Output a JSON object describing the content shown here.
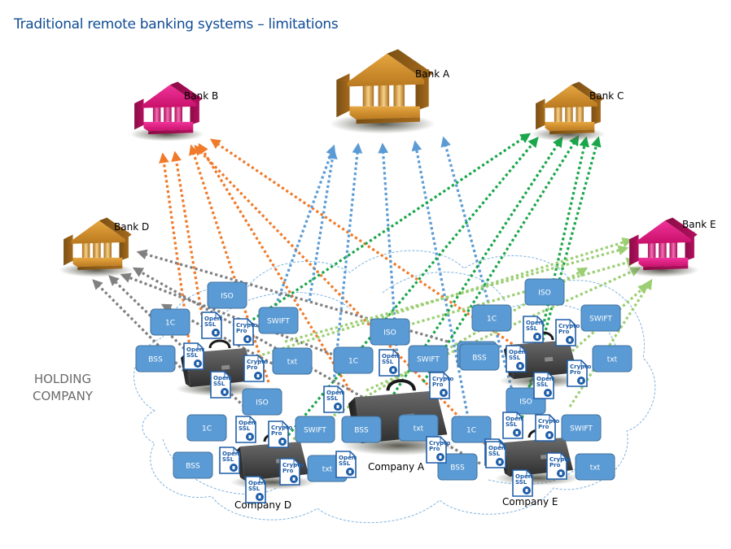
{
  "title": "Traditional remote banking systems – limitations",
  "holding_company": [
    "HOLDING",
    "COMPANY"
  ],
  "colors": {
    "title": "#0f4c94",
    "box_fill": "#5b9bd5",
    "box_stroke": "#41719c",
    "doc_stroke": "#1f5ea8",
    "bank_gold": "#c98a2a",
    "bank_pink": "#e0187a",
    "line_orange": "#f07a2a",
    "line_blue": "#5b9bd5",
    "line_green": "#1aa64a",
    "line_lightgreen": "#9ccf74",
    "line_gray": "#808080",
    "cloud_stroke": "#7fb3e0"
  },
  "banks": [
    {
      "id": "A",
      "label": "Bank A",
      "color": "gold"
    },
    {
      "id": "B",
      "label": "Bank B",
      "color": "pink"
    },
    {
      "id": "C",
      "label": "Bank C",
      "color": "gold"
    },
    {
      "id": "D",
      "label": "Bank D",
      "color": "gold"
    },
    {
      "id": "E",
      "label": "Bank E",
      "color": "pink"
    }
  ],
  "companies": [
    {
      "id": "A",
      "label": "Company A"
    },
    {
      "id": "D",
      "label": "Company D"
    },
    {
      "id": "E",
      "label": "Company E"
    },
    {
      "id": "X1",
      "label": ""
    },
    {
      "id": "X2",
      "label": ""
    }
  ],
  "format_boxes": [
    "ISO",
    "1C",
    "SWIFT",
    "BSS",
    "txt"
  ],
  "crypto_docs": {
    "openssl": [
      "Open",
      "SSL"
    ],
    "cryptopro": [
      "Crypto",
      "Pro"
    ]
  },
  "connections": [
    {
      "from": "company-cluster",
      "to": "Bank B",
      "color": "orange"
    },
    {
      "from": "company-cluster",
      "to": "Bank A",
      "color": "blue"
    },
    {
      "from": "company-cluster",
      "to": "Bank C",
      "color": "green"
    },
    {
      "from": "company-cluster",
      "to": "Bank D",
      "color": "gray"
    },
    {
      "from": "company-cluster",
      "to": "Bank E",
      "color": "lightgreen"
    }
  ]
}
